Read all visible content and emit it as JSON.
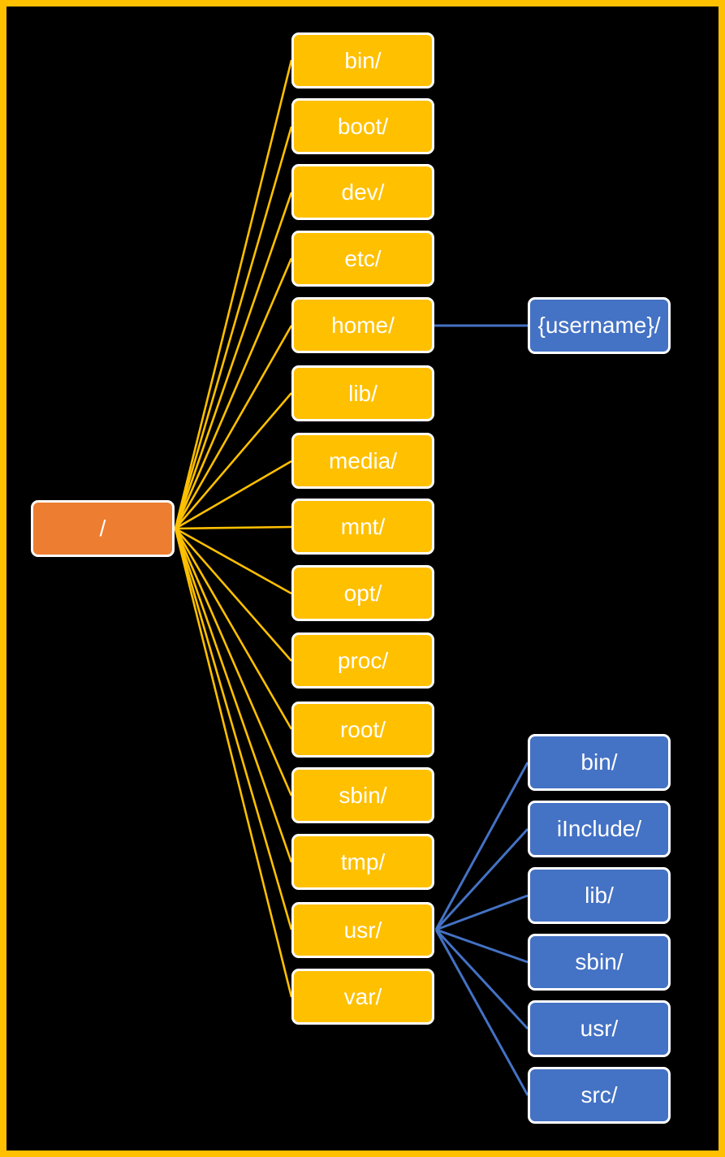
{
  "colors": {
    "background": "#000000",
    "frame": "#FFC000",
    "root_fill": "#ED7D31",
    "directory_fill": "#FFC000",
    "child_fill": "#4472C4",
    "node_border": "#FFFFFF",
    "yellow_connector": "#FFC000",
    "blue_connector": "#4472C4",
    "text": "#FFFFFF"
  },
  "tree": {
    "root": {
      "label": "/"
    },
    "children": [
      {
        "label": "bin/"
      },
      {
        "label": "boot/"
      },
      {
        "label": "dev/"
      },
      {
        "label": "etc/"
      },
      {
        "label": "home/",
        "children": [
          {
            "label": "{username}/"
          }
        ]
      },
      {
        "label": "lib/"
      },
      {
        "label": "media/"
      },
      {
        "label": "mnt/"
      },
      {
        "label": "opt/"
      },
      {
        "label": "proc/"
      },
      {
        "label": "root/"
      },
      {
        "label": "sbin/"
      },
      {
        "label": "tmp/"
      },
      {
        "label": "usr/",
        "children": [
          {
            "label": "bin/"
          },
          {
            "label": "iInclude/"
          },
          {
            "label": "lib/"
          },
          {
            "label": "sbin/"
          },
          {
            "label": "usr/"
          },
          {
            "label": "src/"
          }
        ]
      },
      {
        "label": "var/"
      }
    ]
  }
}
